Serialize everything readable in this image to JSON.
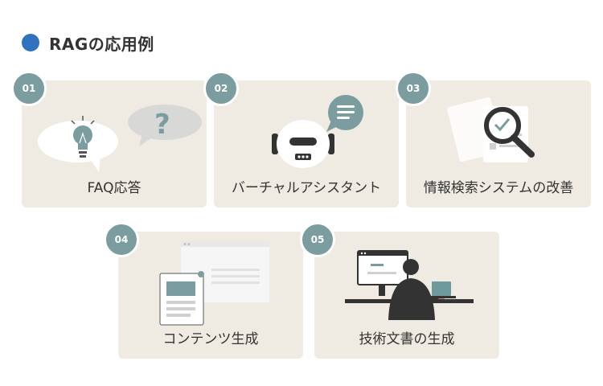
{
  "header": {
    "title": "RAGの応用例",
    "dot_color": "#2f73c0"
  },
  "cards": [
    {
      "number": "01",
      "label": "FAQ応答"
    },
    {
      "number": "02",
      "label": "バーチャルアシスタント"
    },
    {
      "number": "03",
      "label": "情報検索システムの改善"
    },
    {
      "number": "04",
      "label": "コンテンツ生成"
    },
    {
      "number": "05",
      "label": "技術文書の生成"
    }
  ],
  "colors": {
    "card_bg": "#efebe3",
    "badge": "#7b9da0",
    "accent_teal": "#6f9a9d"
  }
}
